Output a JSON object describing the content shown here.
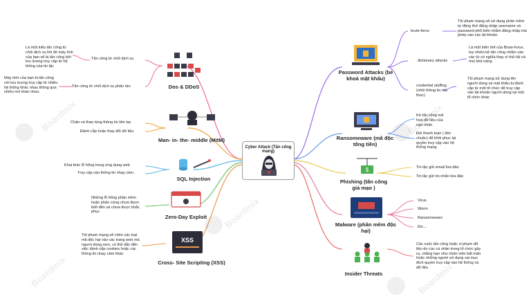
{
  "center": {
    "title": "Cyber Attack (Tấn công mạng)"
  },
  "watermark": {
    "brand": "Boardmix"
  },
  "colors": {
    "dos": "#f06aa0",
    "mitm": "#f0a23a",
    "sql": "#58b7e8",
    "zeroday": "#6ac36a",
    "xss": "#e89a4a",
    "password": "#9a6ae8",
    "ransomware": "#6a9ae8",
    "phishing": "#e8c84a",
    "malware": "#e87aa0",
    "insider": "#e86a6a"
  },
  "left": {
    "dos": {
      "title": "Dos & DDoS",
      "items": [
        "Tấn công từ chối dịch vụ",
        "Tấn công từ chối dịch vụ phân tán"
      ],
      "notes": [
        "Là một kiểu tấn công từ chối dịch vụ khi đó máy tính của bạn sẽ bị tấn công bởi lưu lượng truy cập từ hệ thống của tin tặc",
        "Máy tính của bạn bị tấn công với lưu lượng truy cập từ nhiều hệ thống khác nhau thông qua nhiều nơi khác nhau"
      ]
    },
    "mitm": {
      "title": "Man- in- the- middle (MitM)",
      "items": [
        "Chặn và thao túng thông tin liên lạc",
        "Đánh cắp hoặc thay đổi dữ liệu"
      ]
    },
    "sql": {
      "title": "SQL Injection",
      "items": [
        "Khai thác lỗ hổng trong ứng dụng web",
        "Truy cập vào thông tin nhạy cảm."
      ]
    },
    "zeroday": {
      "title": "Zero-Day Exploit",
      "notes": [
        "Những lỗ hổng phần mềm hoặc phần cứng chưa được biết đến và chưa được khắc phục"
      ]
    },
    "xss": {
      "title": "Cross- Site Scripting (XSS)",
      "notes": [
        "Tội phạm mạng sẽ chèn các loại mã độc hại vào các trang web mà người dùng xem, có thể dẫn đến việc đánh cắp cookies hoặc các thông tin nhạy cảm khác"
      ]
    }
  },
  "right": {
    "password": {
      "title": "Password Attacks (bẻ khoá mật khẩu)",
      "items": [
        "brute-force",
        "dictionary attacks",
        "credential stuffing (nhồi thông tin xác thực)"
      ],
      "notes": [
        "Tội phạm mạng sẽ sử dụng phần mềm tự động thử đăng nhập username và password phổ biến nhằm đăng nhập trái phép vào các tài khoản",
        "Là một biến thể của Brute-force, tuy nhiên kẻ tấn công nhắm vào các từ có nghĩa thay vì thử tất cả mọi khả năng",
        "Tội phạm mạng sử dụng tên người dùng và mật khẩu bị đánh cắp từ một tổ chức để truy cập vào tài khoản người dùng tại một tổ chức khác"
      ]
    },
    "ransomware": {
      "title": "Ransomeware (mã độc tống tiền)",
      "items": [
        "Kẻ tấn công mã hoá dữ liệu của nạn nhân",
        "Đòi thanh toán ( tiền chuộc) để khôi phục lại quyền truy cập vào hệ thống mạng"
      ]
    },
    "phishing": {
      "title": "Phishing (tấn công giả mạo )",
      "items": [
        "Tin tặc gửi email lừa đảo",
        "Tin tặc gửi tin nhắn lừa đảo"
      ]
    },
    "malware": {
      "title": "Malware (phần mềm độc hại)",
      "items": [
        "Virus",
        "Worm",
        "Ransomeware",
        "Etc..."
      ]
    },
    "insider": {
      "title": "Insider Threats",
      "notes": [
        "Các cuộc tấn công hoặc vi phạm dữ liệu do các cá nhân trong tổ chức gây ra, chẳng hạn như nhân viên bất mãn hoặc những người sử dụng sai mục đích quyền truy cập vào hệ thống và dữ liệu"
      ]
    }
  }
}
